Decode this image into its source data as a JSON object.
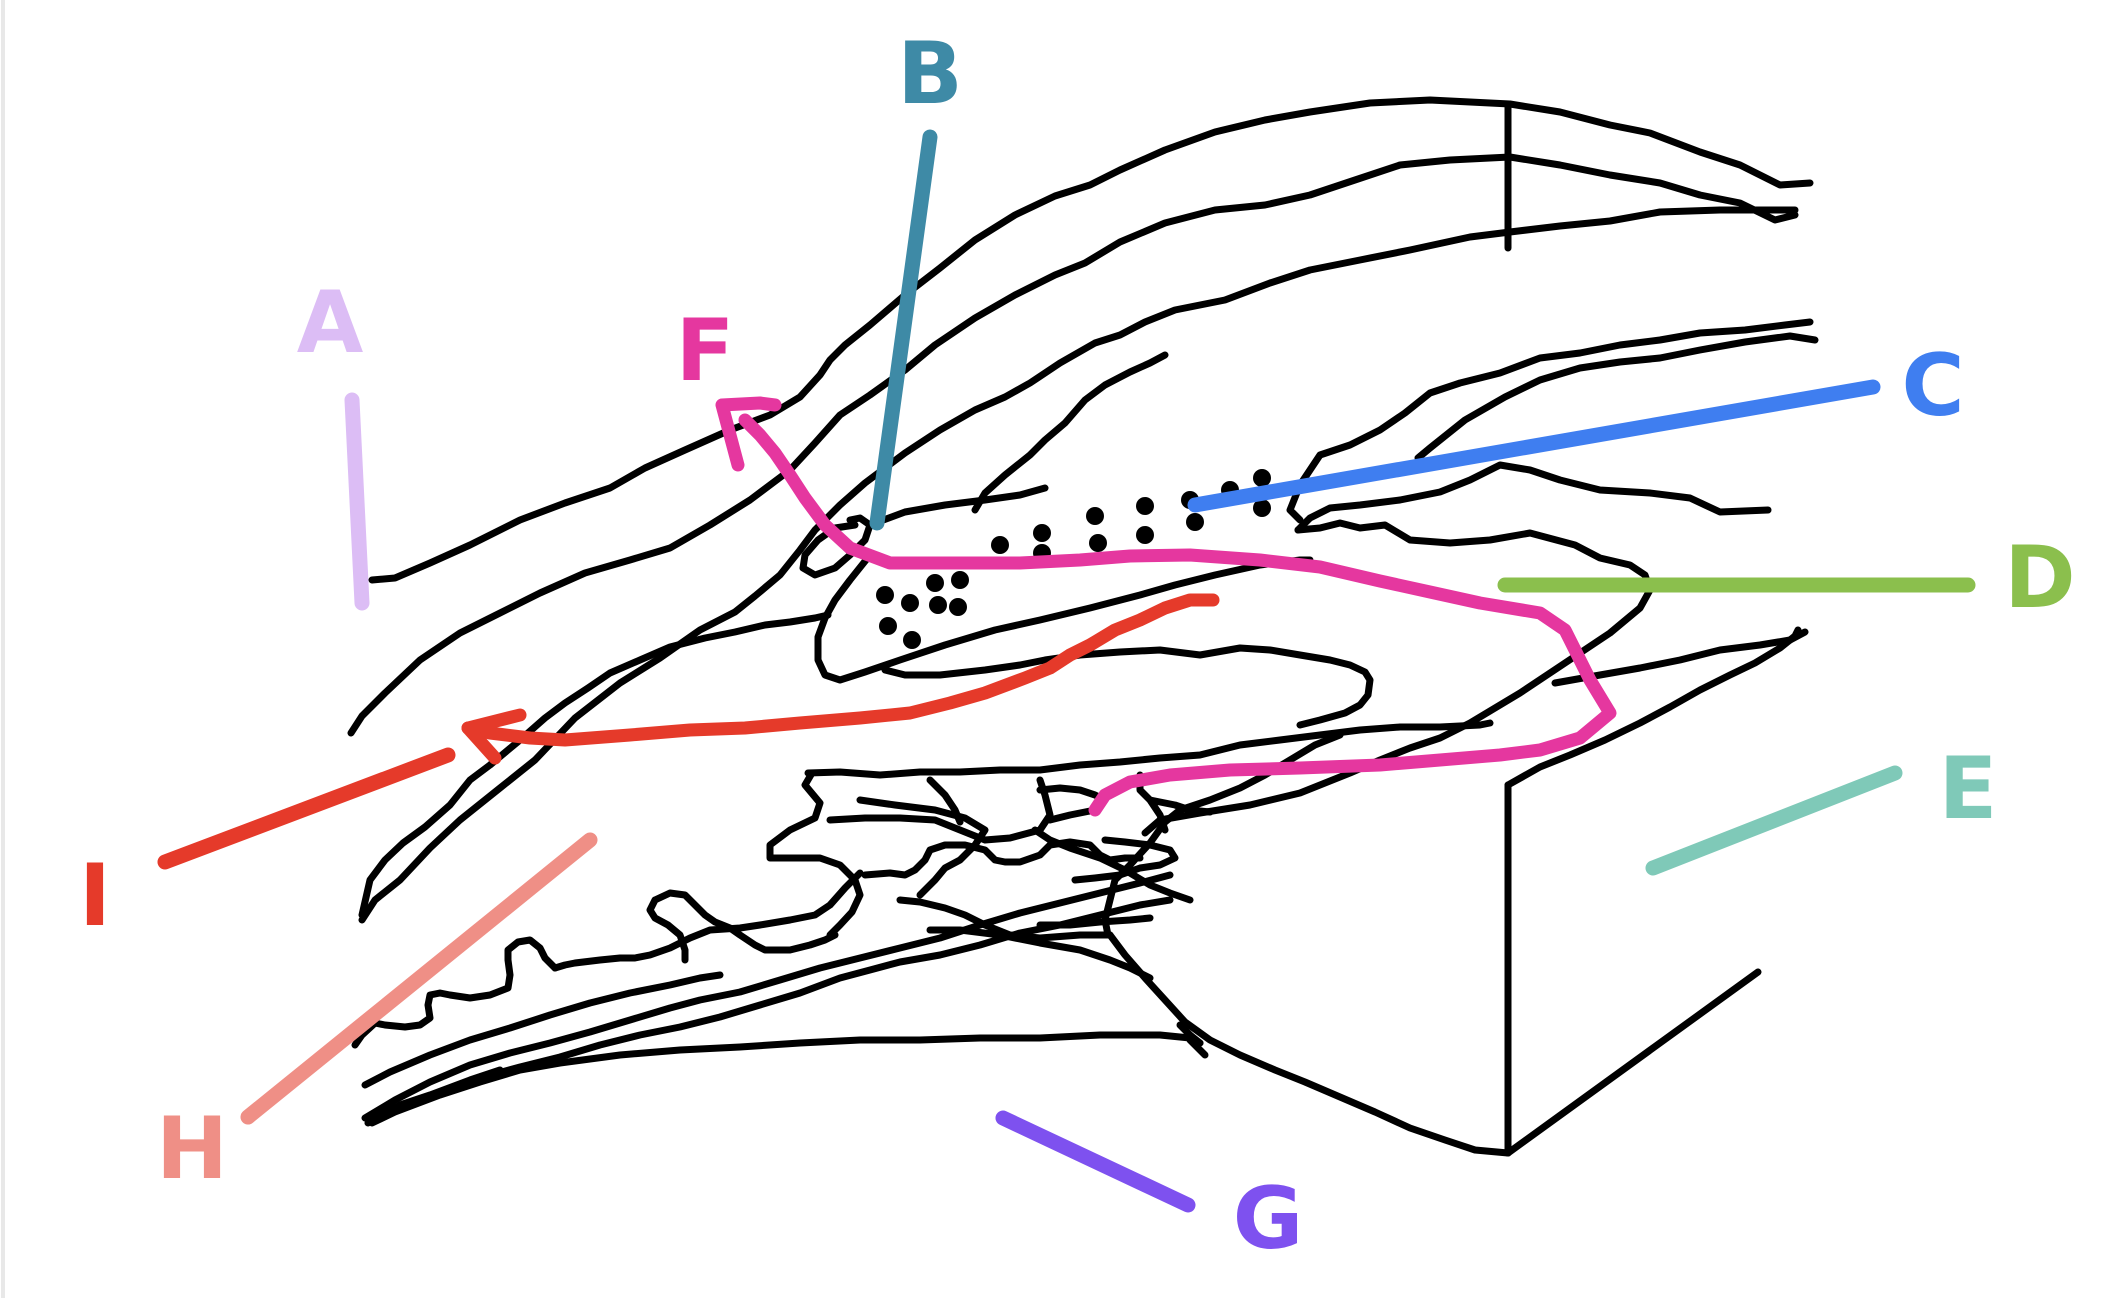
{
  "labels": {
    "A": {
      "text": "A",
      "color": "#dcbdf5"
    },
    "B": {
      "text": "B",
      "color": "#3e8aa6"
    },
    "C": {
      "text": "C",
      "color": "#3f7ef0"
    },
    "D": {
      "text": "D",
      "color": "#8bbf4d"
    },
    "E": {
      "text": "E",
      "color": "#7fc9b8"
    },
    "F": {
      "text": "F",
      "color": "#e5379f"
    },
    "G": {
      "text": "G",
      "color": "#7e51ef"
    },
    "H": {
      "text": "H",
      "color": "#ef8f86"
    },
    "I": {
      "text": "I",
      "color": "#e53a2a"
    }
  },
  "arrows": {
    "magenta_path": {
      "color": "#e5379f",
      "direction": "toward F"
    },
    "red_path": {
      "color": "#e53a2a",
      "direction": "toward I"
    }
  },
  "line_color": "#000000",
  "background": "#ffffff"
}
